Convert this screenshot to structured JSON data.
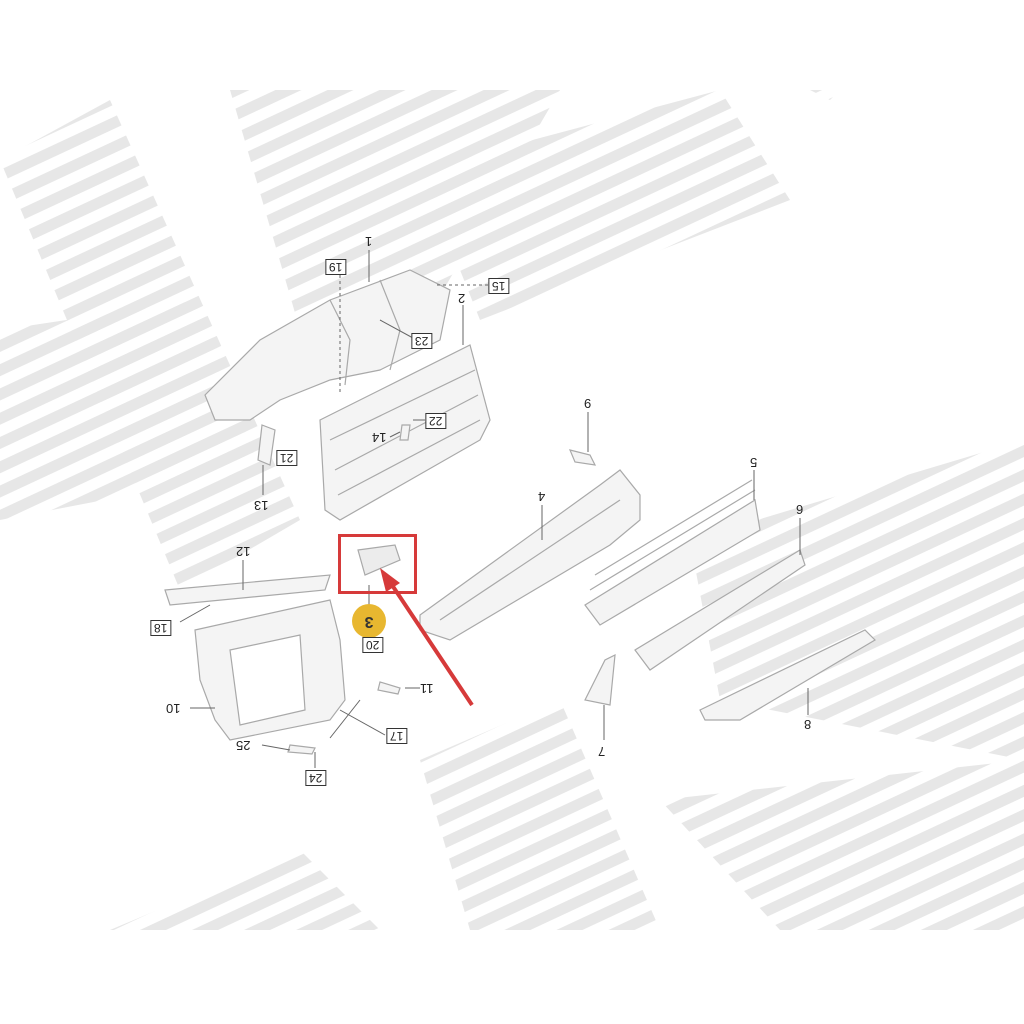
{
  "watermark": {
    "color": "#d8d8d8"
  },
  "highlight": {
    "color": "#d63a3a"
  },
  "callout": {
    "number": "3",
    "color": "#e8b730"
  },
  "labels": {
    "l1": "1",
    "l2": "2",
    "l4": "4",
    "l5": "5",
    "l6": "6",
    "l7": "7",
    "l8": "8",
    "l9": "9",
    "l10": "10",
    "l11": "11",
    "l12": "12",
    "l13": "13",
    "l14": "14",
    "l25": "25"
  },
  "boxed_labels": {
    "b15": "15",
    "b17": "17",
    "b18": "18",
    "b19": "19",
    "b20": "20",
    "b21": "21",
    "b22": "22",
    "b23": "23",
    "b24": "24"
  }
}
